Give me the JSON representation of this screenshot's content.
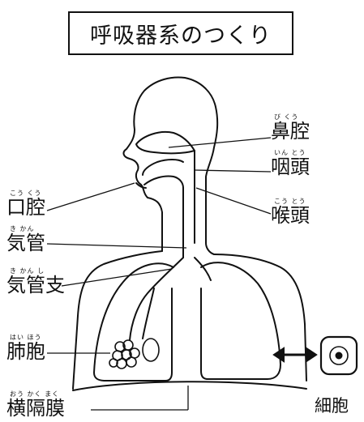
{
  "title": "呼吸器系のつくり",
  "labels": {
    "nasal_cavity": {
      "ruby": "び くう",
      "text": "鼻腔"
    },
    "pharynx": {
      "ruby": "いん とう",
      "text": "咽頭"
    },
    "larynx": {
      "ruby": "こう とう",
      "text": "喉頭"
    },
    "oral_cavity": {
      "ruby": "こう くう",
      "text": "口腔"
    },
    "trachea": {
      "ruby": "き かん",
      "text": "気管"
    },
    "bronchus": {
      "ruby": "き かん し",
      "text": "気管支"
    },
    "alveolus": {
      "ruby": "はい ほう",
      "text": "肺胞"
    },
    "diaphragm": {
      "ruby": "おう かく まく",
      "text": "横隔膜"
    },
    "cell": {
      "text": "細胞"
    }
  }
}
